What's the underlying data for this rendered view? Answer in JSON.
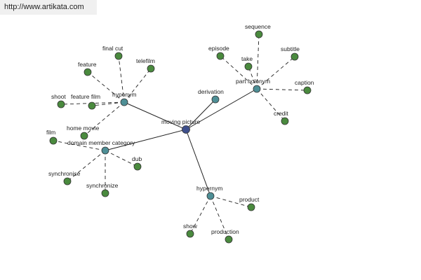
{
  "header": {
    "url": "http://www.artikata.com"
  },
  "graph": {
    "center": {
      "id": "moving-picture",
      "label": "moving picture",
      "color": "#3e4f8c"
    },
    "hubs": [
      {
        "id": "hyponym",
        "label": "hyponym",
        "color": "#4e8f96",
        "leaves": [
          "final cut",
          "telefilm",
          "feature",
          "feature film",
          "shoot",
          "home movie"
        ]
      },
      {
        "id": "derivation",
        "label": "derivation",
        "color": "#4e8f96",
        "leaves": []
      },
      {
        "id": "part-holonym",
        "label": "part holonym",
        "color": "#4e8f96",
        "leaves": [
          "sequence",
          "episode",
          "take",
          "subtitle",
          "caption",
          "credit"
        ]
      },
      {
        "id": "domain-member-category",
        "label": "domain member category",
        "color": "#4e8f96",
        "leaves": [
          "film",
          "dub",
          "synchronise",
          "synchronize"
        ]
      },
      {
        "id": "hypernym",
        "label": "hypernym",
        "color": "#4e8f96",
        "leaves": [
          "product",
          "show",
          "production"
        ]
      }
    ],
    "leaf_color": "#4a8a3e"
  }
}
